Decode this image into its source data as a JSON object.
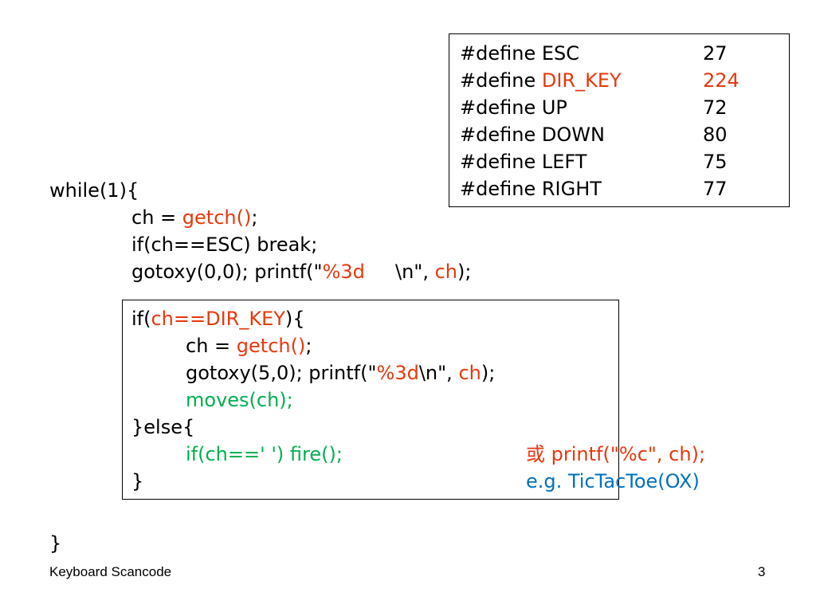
{
  "colors": {
    "highlight": "#e8380d",
    "comment_green": "#00b050",
    "example_blue": "#0070c0"
  },
  "defines": [
    {
      "prefix": "#define ",
      "name": "ESC",
      "value": "27",
      "highlight": false
    },
    {
      "prefix": "#define ",
      "name": "DIR_KEY",
      "value": "224",
      "highlight": true
    },
    {
      "prefix": "#define ",
      "name": "UP",
      "value": "72",
      "highlight": false
    },
    {
      "prefix": "#define ",
      "name": "DOWN",
      "value": "80",
      "highlight": false
    },
    {
      "prefix": "#define ",
      "name": "LEFT",
      "value": "75",
      "highlight": false
    },
    {
      "prefix": "#define ",
      "name": "RIGHT",
      "value": "77",
      "highlight": false
    }
  ],
  "code": {
    "while_open": "while(1){",
    "ch_assign_pre": "ch = ",
    "getch": "getch()",
    "semicolon": ";",
    "if_esc": "if(ch==ESC) break;",
    "gotoxy1_pre": "gotoxy(0,0); printf(\"",
    "fmt1": "%3d",
    "gotoxy1_mid": "     \\n\", ",
    "ch": "ch",
    "gotoxy1_post": ");",
    "if_dir_pre": "if(",
    "if_dir_cond": "ch==DIR_KEY",
    "if_dir_post": "){",
    "inner_ch_pre": "ch = ",
    "inner_getch": "getch()",
    "inner_semicolon": ";",
    "gotoxy2_pre": "gotoxy(5,0); printf(\"",
    "fmt2": "%3d",
    "gotoxy2_mid": "\\n\", ",
    "ch2": "ch",
    "gotoxy2_post": ");",
    "moves": "moves(ch);",
    "else": "}else{",
    "fire": "if(ch==' ') fire();",
    "alt_prefix": "或 ",
    "alt_printf": "printf(\"%c\", ch);",
    "inner_close": "}",
    "example": "e.g. TicTacToe(OX)",
    "while_close": "}"
  },
  "footer": {
    "title": "Keyboard Scancode",
    "page": "3"
  }
}
